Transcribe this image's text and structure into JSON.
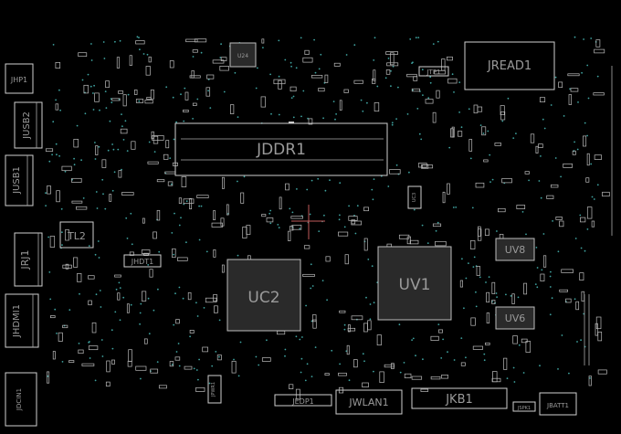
{
  "colors": {
    "background": "#000000",
    "outline": "#cfcfcf",
    "label": "#9a9a9a",
    "via": "#3fa3a0",
    "crosshair": "#c05a5a"
  },
  "components": {
    "jhp1": "JHP1",
    "jusb2": "JUSB2",
    "jusb1": "JUSB1",
    "tl2": "TL2",
    "jrj1": "JRJ1",
    "jhdmi1": "JHDMI1",
    "jdcin1": "JDCIN1",
    "ju24": "U24",
    "jddr1": "JDDR1",
    "jtp1": "JTP1",
    "jread1": "JREAD1",
    "uc3": "UC3",
    "jhdt1": "JHDT1",
    "uc2": "UC2",
    "uv1": "UV1",
    "uv8": "UV8",
    "uv6": "UV6",
    "jedp1": "JEDP1",
    "jwlan1": "JWLAN1",
    "jkb1": "JKB1",
    "jspk1": "JSPK1",
    "jbatt1": "JBATT1",
    "jpwr1": "JPWR1"
  }
}
